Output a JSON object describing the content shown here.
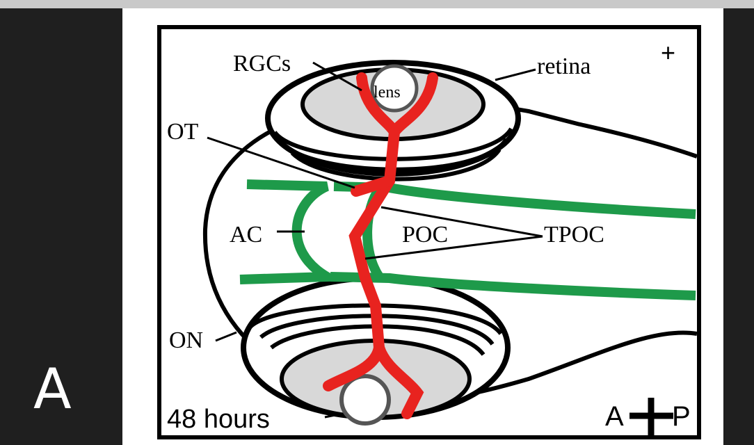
{
  "panel": {
    "letter": "A"
  },
  "figure": {
    "labels": {
      "rgcs": "RGCs",
      "lens": "lens",
      "retina": "retina",
      "ot": "OT",
      "ac": "AC",
      "poc": "POC",
      "tpoc": "TPOC",
      "on": "ON",
      "time": "48 hours",
      "anterior": "A",
      "posterior": "P",
      "plus": "+"
    },
    "colors": {
      "axon_red": "#e8231f",
      "commissure_green": "#1e9a4a",
      "eye_gray": "#d8d8d8",
      "outline": "#000000"
    }
  }
}
